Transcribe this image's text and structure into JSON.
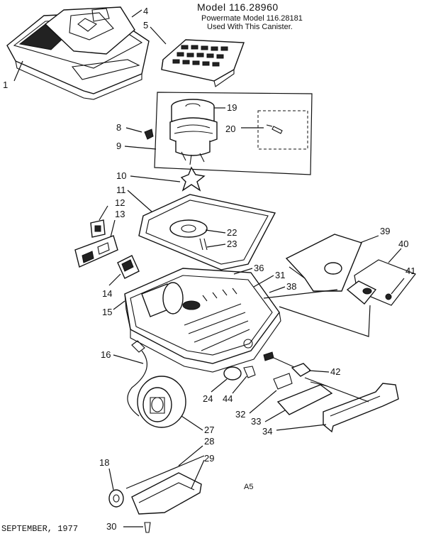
{
  "header": {
    "model": "Model 116.28960",
    "note_line1": "Powermate Model 116.28181",
    "note_line2": "Used With This Canister."
  },
  "footer": {
    "date": "SEPTEMBER, 1977",
    "page_code": "A5"
  },
  "callouts": {
    "c1": "1",
    "c4": "4",
    "c5": "5",
    "c8": "8",
    "c9": "9",
    "c10": "10",
    "c11": "11",
    "c12": "12",
    "c13": "13",
    "c14": "14",
    "c15": "15",
    "c16": "16",
    "c18": "18",
    "c19": "19",
    "c20": "20",
    "c22": "22",
    "c23": "23",
    "c24": "24",
    "c27": "27",
    "c28": "28",
    "c29": "29",
    "c30": "30",
    "c31": "31",
    "c32": "32",
    "c33": "33",
    "c34": "34",
    "c36": "36",
    "c38": "38",
    "c39": "39",
    "c40": "40",
    "c41": "41",
    "c42": "42",
    "c44": "44"
  }
}
